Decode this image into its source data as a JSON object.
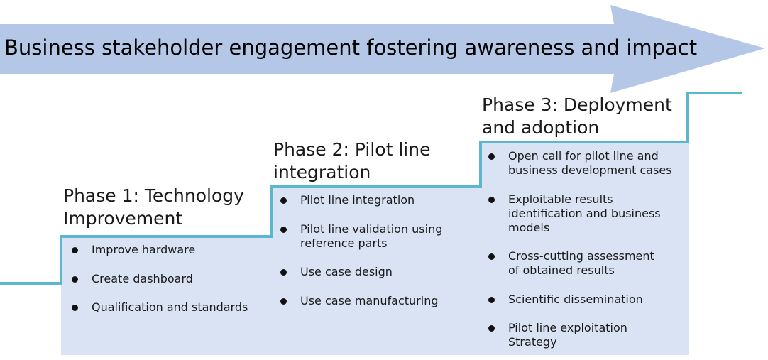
{
  "banner": {
    "text": "Business stakeholder engagement fostering awareness and impact"
  },
  "colors": {
    "arrow_fill": "#b4c7e7",
    "box_fill": "#dae3f3",
    "step_line": "#5bb8cc"
  },
  "phases": [
    {
      "title_line1": "Phase 1: Technology",
      "title_line2": "Improvement",
      "items": [
        {
          "label": "Improve hardware"
        },
        {
          "label": "Create dashboard"
        },
        {
          "label": "Qualification and standards"
        }
      ]
    },
    {
      "title_line1": "Phase 2: Pilot line",
      "title_line2": "integration",
      "items": [
        {
          "label": "Pilot line integration"
        },
        {
          "line1": "Pilot line validation using",
          "line2": "reference parts"
        },
        {
          "label": "Use case design"
        },
        {
          "label": "Use case manufacturing"
        }
      ]
    },
    {
      "title_line1": "Phase 3: Deployment",
      "title_line2": "and adoption",
      "items": [
        {
          "line1": "Open call for pilot line and",
          "line2": "business development cases"
        },
        {
          "line1": "Exploitable results",
          "line2": "identification and business",
          "line3": "models"
        },
        {
          "line1": "Cross-cutting assessment",
          "line2": "of obtained results"
        },
        {
          "label": "Scientific dissemination"
        },
        {
          "line1": "Pilot line exploitation",
          "line2": "Strategy"
        }
      ]
    }
  ]
}
